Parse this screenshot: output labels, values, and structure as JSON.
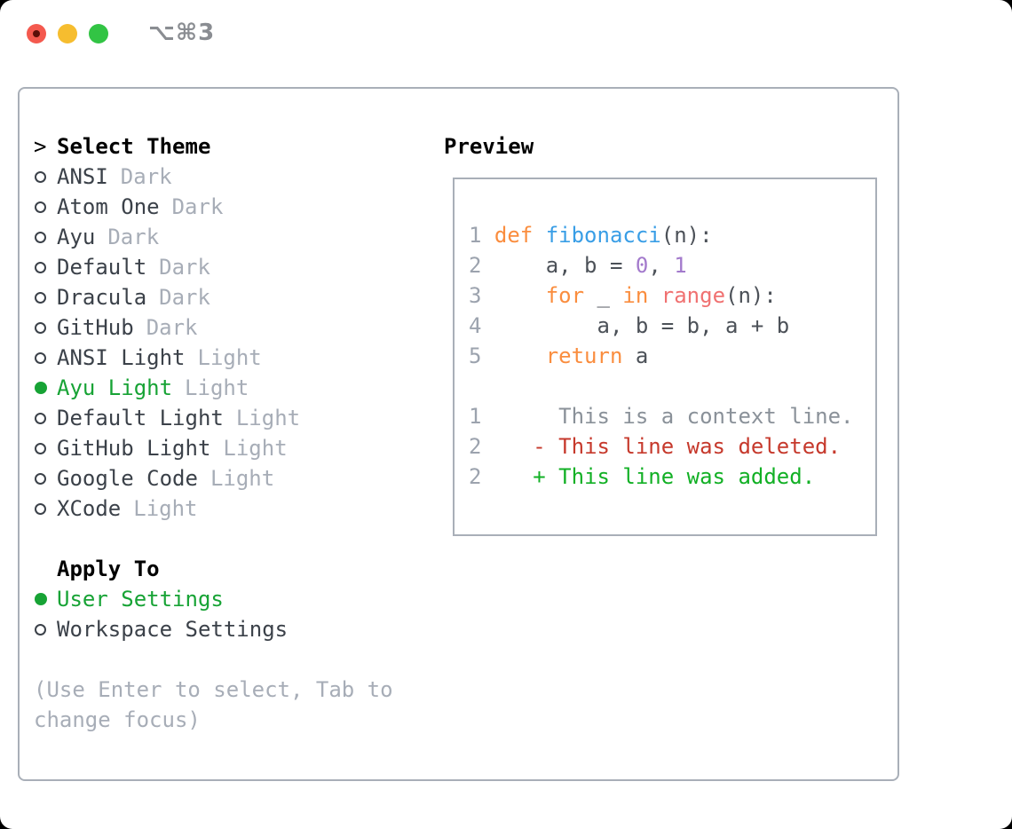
{
  "window": {
    "title": "⌥⌘3",
    "traffic_lights": {
      "close": "close-button",
      "minimize": "minimize-button",
      "zoom": "zoom-button"
    }
  },
  "theme_picker": {
    "header": "Select Theme",
    "header_prompt": ">",
    "items": [
      {
        "name": "ANSI",
        "variant": "Dark",
        "selected": false
      },
      {
        "name": "Atom One",
        "variant": "Dark",
        "selected": false
      },
      {
        "name": "Ayu",
        "variant": "Dark",
        "selected": false
      },
      {
        "name": "Default",
        "variant": "Dark",
        "selected": false
      },
      {
        "name": "Dracula",
        "variant": "Dark",
        "selected": false
      },
      {
        "name": "GitHub",
        "variant": "Dark",
        "selected": false
      },
      {
        "name": "ANSI Light",
        "variant": "Light",
        "selected": false
      },
      {
        "name": "Ayu Light",
        "variant": "Light",
        "selected": true
      },
      {
        "name": "Default Light",
        "variant": "Light",
        "selected": false
      },
      {
        "name": "GitHub Light",
        "variant": "Light",
        "selected": false
      },
      {
        "name": "Google Code",
        "variant": "Light",
        "selected": false
      },
      {
        "name": "XCode",
        "variant": "Light",
        "selected": false
      }
    ]
  },
  "apply_to": {
    "header": "Apply To",
    "options": [
      {
        "label": "User Settings",
        "selected": true
      },
      {
        "label": "Workspace Settings",
        "selected": false
      }
    ]
  },
  "hint_lines": [
    "(Use Enter to select, Tab to",
    "change focus)"
  ],
  "preview": {
    "header": "Preview",
    "code_lines": [
      [
        [
          "1 ",
          "ln"
        ],
        [
          "def ",
          "kw"
        ],
        [
          "fibonacci",
          "fn"
        ],
        [
          "(n):",
          "fg"
        ]
      ],
      [
        [
          "2 ",
          "ln"
        ],
        [
          "    a, b = ",
          "fg"
        ],
        [
          "0",
          "num"
        ],
        [
          ", ",
          "fg"
        ],
        [
          "1",
          "num"
        ]
      ],
      [
        [
          "3 ",
          "ln"
        ],
        [
          "    ",
          "fg"
        ],
        [
          "for",
          "kw"
        ],
        [
          " _ ",
          "fg"
        ],
        [
          "in",
          "kw"
        ],
        [
          " ",
          "fg"
        ],
        [
          "range",
          "sp"
        ],
        [
          "(n):",
          "fg"
        ]
      ],
      [
        [
          "4 ",
          "ln"
        ],
        [
          "        a, b = b, a + b",
          "fg"
        ]
      ],
      [
        [
          "5 ",
          "ln"
        ],
        [
          "    ",
          "fg"
        ],
        [
          "return",
          "kw"
        ],
        [
          " a",
          "fg"
        ]
      ],
      [],
      [
        [
          "1 ",
          "ln"
        ],
        [
          "     This is a context line.",
          "ctx"
        ]
      ],
      [
        [
          "2 ",
          "ln"
        ],
        [
          "   ",
          "fg"
        ],
        [
          "- This line was deleted.",
          "del"
        ]
      ],
      [
        [
          "2 ",
          "ln"
        ],
        [
          "   ",
          "fg"
        ],
        [
          "+ This line was added.",
          "add"
        ]
      ]
    ]
  },
  "colors": {
    "panel_border": "#A9AFB8",
    "header_text": "#000000",
    "item_text": "#3B4149",
    "dim_text": "#A7ADB7",
    "selected_green": "#17A335",
    "title_gray": "#8A8D92",
    "traffic_red": "#F4594E",
    "traffic_red_dot": "#5C0F08",
    "traffic_yellow": "#F6BD2F",
    "traffic_green": "#32C444",
    "code_line_number": "#9CA3AE",
    "code_keyword": "#FA8D3E",
    "code_function": "#399EE6",
    "code_number": "#A37ACC",
    "code_builtin": "#F07171",
    "code_foreground": "#4C5158",
    "code_context": "#8A9199",
    "code_deleted": "#C6392C",
    "code_added": "#12B025"
  }
}
